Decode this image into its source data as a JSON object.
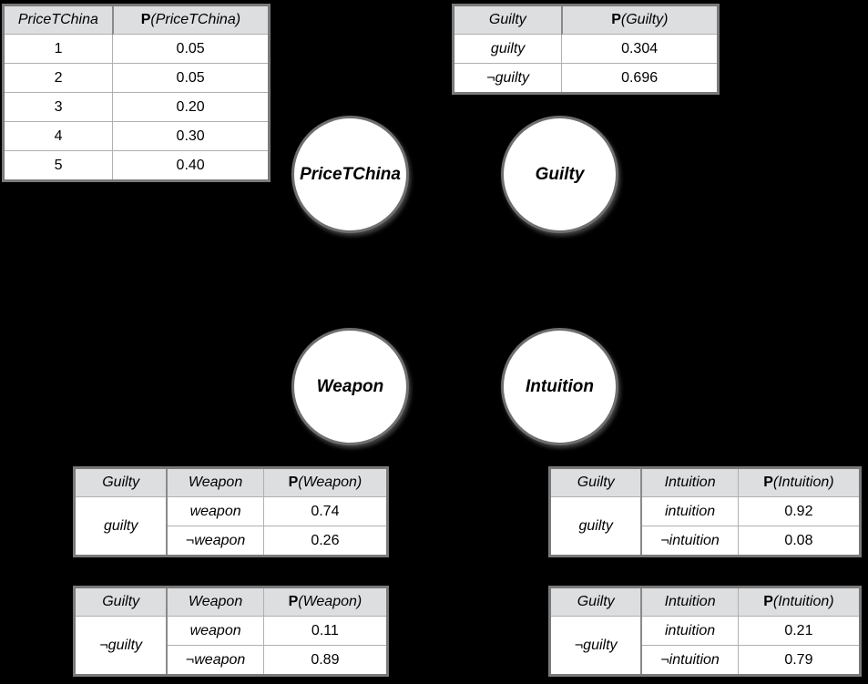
{
  "diagram": {
    "type": "bayesian-network",
    "background_color": "#000000",
    "node_fill": "#ffffff",
    "node_stroke": "#6e6e6e",
    "table_header_fill": "#dcdee0",
    "table_border": "#7a7a7a"
  },
  "nodes": [
    {
      "id": "pricetchina",
      "label": "PriceTChina"
    },
    {
      "id": "guilty",
      "label": "Guilty"
    },
    {
      "id": "weapon",
      "label": "Weapon"
    },
    {
      "id": "intuition",
      "label": "Intuition"
    }
  ],
  "tables": {
    "pricetchina": {
      "headers": {
        "var": "PriceTChina",
        "prob_fn": "P",
        "prob_arg": "(PriceTChina)"
      },
      "rows": [
        {
          "value": "1",
          "prob": "0.05"
        },
        {
          "value": "2",
          "prob": "0.05"
        },
        {
          "value": "3",
          "prob": "0.20"
        },
        {
          "value": "4",
          "prob": "0.30"
        },
        {
          "value": "5",
          "prob": "0.40"
        }
      ]
    },
    "guilty": {
      "headers": {
        "var": "Guilty",
        "prob_fn": "P",
        "prob_arg": "(Guilty)"
      },
      "rows": [
        {
          "value": "guilty",
          "prob": "0.304"
        },
        {
          "value": "¬guilty",
          "prob": "0.696"
        }
      ]
    },
    "weapon_guilty": {
      "headers": {
        "parent": "Guilty",
        "var": "Weapon",
        "prob_fn": "P",
        "prob_arg": "(Weapon)"
      },
      "parent_value": "guilty",
      "rows": [
        {
          "value": "weapon",
          "prob": "0.74"
        },
        {
          "value": "¬weapon",
          "prob": "0.26"
        }
      ]
    },
    "weapon_not_guilty": {
      "headers": {
        "parent": "Guilty",
        "var": "Weapon",
        "prob_fn": "P",
        "prob_arg": "(Weapon)"
      },
      "parent_value": "¬guilty",
      "rows": [
        {
          "value": "weapon",
          "prob": "0.11"
        },
        {
          "value": "¬weapon",
          "prob": "0.89"
        }
      ]
    },
    "intuition_guilty": {
      "headers": {
        "parent": "Guilty",
        "var": "Intuition",
        "prob_fn": "P",
        "prob_arg": "(Intuition)"
      },
      "parent_value": "guilty",
      "rows": [
        {
          "value": "intuition",
          "prob": "0.92"
        },
        {
          "value": "¬intuition",
          "prob": "0.08"
        }
      ]
    },
    "intuition_not_guilty": {
      "headers": {
        "parent": "Guilty",
        "var": "Intuition",
        "prob_fn": "P",
        "prob_arg": "(Intuition)"
      },
      "parent_value": "¬guilty",
      "rows": [
        {
          "value": "intuition",
          "prob": "0.21"
        },
        {
          "value": "¬intuition",
          "prob": "0.79"
        }
      ]
    }
  }
}
